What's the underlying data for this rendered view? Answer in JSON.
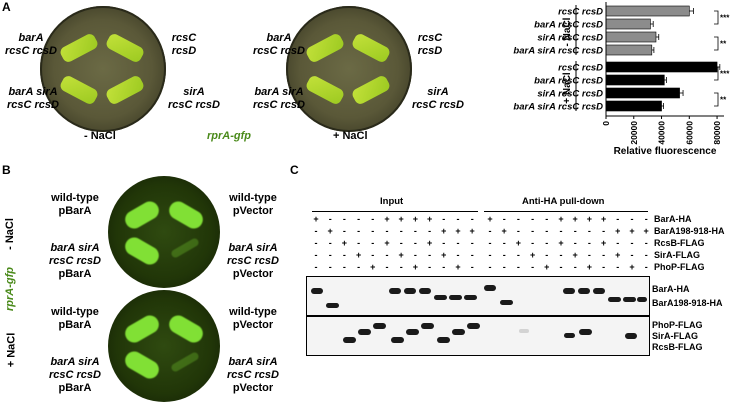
{
  "panelA": {
    "label": "A",
    "plate1": {
      "tl": [
        "barA",
        "rcsC rcsD"
      ],
      "tr": [
        "rcsC",
        "rcsD"
      ],
      "bl": [
        "barA sirA",
        "rcsC rcsD"
      ],
      "br": [
        "sirA",
        "rcsC rcsD"
      ],
      "condition": "- NaCl"
    },
    "plate2": {
      "tl": [
        "barA",
        "rcsC rcsD"
      ],
      "tr": [
        "rcsC",
        "rcsD"
      ],
      "bl": [
        "barA sirA",
        "rcsC rcsD"
      ],
      "br": [
        "sirA",
        "rcsC rcsD"
      ],
      "condition": "+ NaCl"
    },
    "reporter": "rprA-gfp"
  },
  "chart_data": {
    "type": "bar",
    "orientation": "horizontal",
    "xlabel": "Relative fluorescence",
    "xticks": [
      "0",
      "20000",
      "40000",
      "60000",
      "80000"
    ],
    "xlim": [
      0,
      85000
    ],
    "groups": [
      {
        "name": "- NaCl",
        "color": "#8c8c8c",
        "categories": [
          "rcsC rcsD",
          "barA rcsC rcsD",
          "sirA rcsC rcsD",
          "barA sirA rcsC rcsD"
        ],
        "values": [
          60000,
          32000,
          36000,
          33000
        ],
        "errors": [
          3000,
          2000,
          2000,
          1500
        ]
      },
      {
        "name": "+ NaCl",
        "color": "#000000",
        "categories": [
          "rcsC rcsD",
          "barA rcsC rcsD",
          "sirA rcsC rcsD",
          "barA sirA rcsC rcsD"
        ],
        "values": [
          80000,
          42000,
          53000,
          40000
        ],
        "errors": [
          2000,
          1500,
          2500,
          1500
        ]
      }
    ],
    "significance": [
      {
        "group": 0,
        "label": "***"
      },
      {
        "group": 0,
        "label": "**"
      },
      {
        "group": 1,
        "label": "***"
      },
      {
        "group": 1,
        "label": "**"
      }
    ]
  },
  "panelB": {
    "label": "B",
    "reporter": "rprA-gfp",
    "top": {
      "condition": "- NaCl",
      "tl": [
        "wild-type",
        "pBarA"
      ],
      "tr": [
        "wild-type",
        "pVector"
      ],
      "bl": [
        "barA sirA",
        "rcsC rcsD",
        "pBarA"
      ],
      "br": [
        "barA sirA",
        "rcsC rcsD",
        "pVector"
      ]
    },
    "bottom": {
      "condition": "+ NaCl",
      "tl": [
        "wild-type",
        "pBarA"
      ],
      "tr": [
        "wild-type",
        "pVector"
      ],
      "bl": [
        "barA sirA",
        "rcsC rcsD",
        "pBarA"
      ],
      "br": [
        "barA sirA",
        "rcsC rcsD",
        "pVector"
      ]
    }
  },
  "panelC": {
    "label": "C",
    "input": "Input",
    "pulldown": "Anti-HA pull-down",
    "rows": [
      {
        "label": "BarA-HA",
        "signs": [
          "+",
          "-",
          "-",
          "-",
          "-",
          "+",
          "+",
          "+",
          "+",
          "-",
          "-",
          "-",
          "+",
          "-",
          "-",
          "-",
          "-",
          "+",
          "+",
          "+",
          "+",
          "-",
          "-",
          "-"
        ]
      },
      {
        "label": "BarA198-918-HA",
        "signs": [
          "-",
          "+",
          "-",
          "-",
          "-",
          "-",
          "-",
          "-",
          "-",
          "+",
          "+",
          "+",
          "-",
          "+",
          "-",
          "-",
          "-",
          "-",
          "-",
          "-",
          "-",
          "+",
          "+",
          "+"
        ]
      },
      {
        "label": "RcsB-FLAG",
        "signs": [
          "-",
          "-",
          "+",
          "-",
          "-",
          "+",
          "-",
          "-",
          "+",
          "-",
          "-",
          "-",
          "-",
          "-",
          "+",
          "-",
          "-",
          "+",
          "-",
          "-",
          "+",
          "-",
          "-",
          "-"
        ]
      },
      {
        "label": "SirA-FLAG",
        "signs": [
          "-",
          "-",
          "-",
          "+",
          "-",
          "-",
          "+",
          "-",
          "-",
          "+",
          "-",
          "-",
          "-",
          "-",
          "-",
          "+",
          "-",
          "-",
          "+",
          "-",
          "-",
          "+",
          "-",
          "-"
        ]
      },
      {
        "label": "PhoP-FLAG",
        "signs": [
          "-",
          "-",
          "-",
          "-",
          "+",
          "-",
          "-",
          "+",
          "-",
          "-",
          "+",
          "-",
          "-",
          "-",
          "-",
          "-",
          "+",
          "-",
          "-",
          "+",
          "-",
          "-",
          "+",
          "-"
        ]
      }
    ],
    "blot1_labels": [
      "BarA-HA",
      "BarA198-918-HA"
    ],
    "blot2_labels": [
      "PhoP-FLAG",
      "SirA-FLAG",
      "RcsB-FLAG"
    ]
  }
}
